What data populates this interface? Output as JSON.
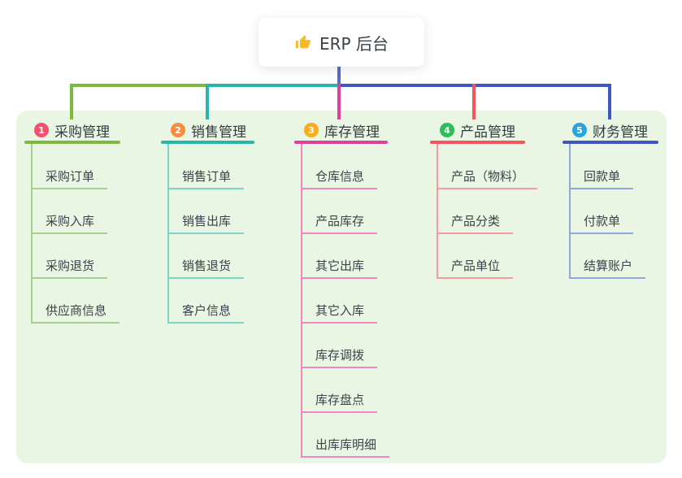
{
  "root": {
    "label": "ERP 后台",
    "icon": "thumbs-up"
  },
  "panel_color": "#e8f6e3",
  "connector": {
    "stem_color": "#5b6ac6"
  },
  "branches": [
    {
      "number": "1",
      "title": "采购管理",
      "badge_color": "#f4516c",
      "line_color": "#7cb93e",
      "child_line_color": "#a9cf8d",
      "children": [
        "采购订单",
        "采购入库",
        "采购退货",
        "供应商信息"
      ]
    },
    {
      "number": "2",
      "title": "销售管理",
      "badge_color": "#f98c41",
      "line_color": "#2ab5ac",
      "child_line_color": "#7fd3cb",
      "children": [
        "销售订单",
        "销售出库",
        "销售退货",
        "客户信息"
      ]
    },
    {
      "number": "3",
      "title": "库存管理",
      "badge_color": "#fbad19",
      "line_color": "#e0409d",
      "child_line_color": "#f186c3",
      "children": [
        "仓库信息",
        "产品库存",
        "其它出库",
        "其它入库",
        "库存调拨",
        "库存盘点",
        "出库库明细"
      ]
    },
    {
      "number": "4",
      "title": "产品管理",
      "badge_color": "#2ebd59",
      "line_color": "#f4555c",
      "child_line_color": "#f89ba0",
      "children": [
        "产品（物料）",
        "产品分类",
        "产品单位"
      ]
    },
    {
      "number": "5",
      "title": "财务管理",
      "badge_color": "#29a3dc",
      "line_color": "#4056c0",
      "child_line_color": "#94a6e0",
      "children": [
        "回款单",
        "付款单",
        "结算账户"
      ]
    }
  ]
}
